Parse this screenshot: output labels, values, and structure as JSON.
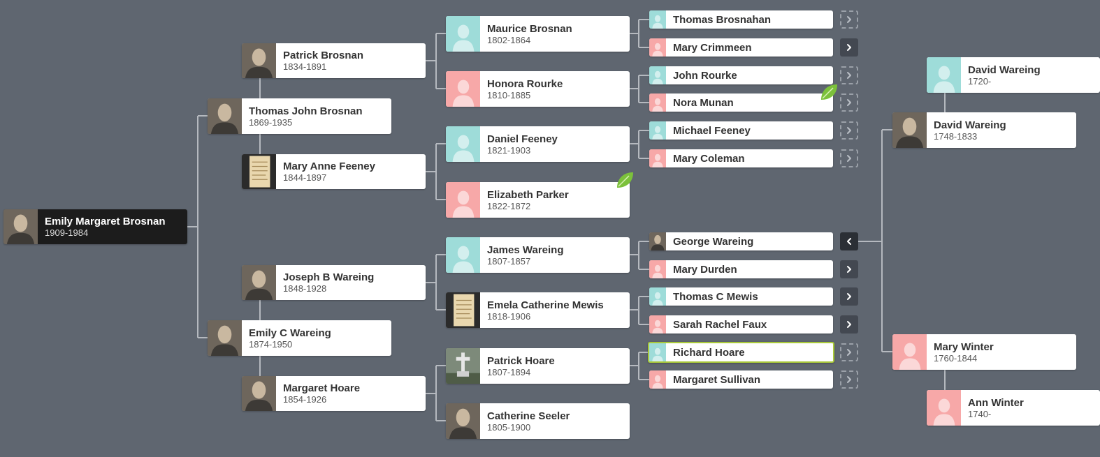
{
  "colors": {
    "background": "#5f6670",
    "male_placeholder": "#9edcd9",
    "female_placeholder": "#f7a8a8",
    "card_background": "#ffffff",
    "selected_card": "#1c1c1c",
    "highlight_border": "#a9c93a",
    "connector": "#b5b9bf",
    "leaf_hint": "#7cc13b"
  },
  "people": {
    "emily_margaret_brosnan": {
      "name": "Emily Margaret Brosnan",
      "dates": "1909-1984",
      "gender": "female",
      "photo": "photo"
    },
    "thomas_john_brosnan": {
      "name": "Thomas John Brosnan",
      "dates": "1869-1935",
      "gender": "male",
      "photo": "photo"
    },
    "emily_c_wareing": {
      "name": "Emily C Wareing",
      "dates": "1874-1950",
      "gender": "female",
      "photo": "photo"
    },
    "patrick_brosnan": {
      "name": "Patrick Brosnan",
      "dates": "1834-1891",
      "gender": "male",
      "photo": "photo"
    },
    "mary_anne_feeney": {
      "name": "Mary Anne Feeney",
      "dates": "1844-1897",
      "gender": "female",
      "photo": "document"
    },
    "joseph_b_wareing": {
      "name": "Joseph B Wareing",
      "dates": "1848-1928",
      "gender": "male",
      "photo": "photo"
    },
    "margaret_hoare": {
      "name": "Margaret Hoare",
      "dates": "1854-1926",
      "gender": "female",
      "photo": "photo"
    },
    "maurice_brosnan": {
      "name": "Maurice Brosnan",
      "dates": "1802-1864",
      "gender": "male",
      "photo": "placeholder"
    },
    "honora_rourke": {
      "name": "Honora Rourke",
      "dates": "1810-1885",
      "gender": "female",
      "photo": "placeholder"
    },
    "daniel_feeney": {
      "name": "Daniel Feeney",
      "dates": "1821-1903",
      "gender": "male",
      "photo": "placeholder"
    },
    "elizabeth_parker": {
      "name": "Elizabeth Parker",
      "dates": "1822-1872",
      "gender": "female",
      "photo": "placeholder"
    },
    "james_wareing": {
      "name": "James Wareing",
      "dates": "1807-1857",
      "gender": "male",
      "photo": "placeholder"
    },
    "emela_catherine_mewis": {
      "name": "Emela Catherine Mewis",
      "dates": "1818-1906",
      "gender": "female",
      "photo": "document"
    },
    "patrick_hoare": {
      "name": "Patrick Hoare",
      "dates": "1807-1894",
      "gender": "male",
      "photo": "gravestone"
    },
    "catherine_seeler": {
      "name": "Catherine Seeler",
      "dates": "1805-1900",
      "gender": "female",
      "photo": "photo"
    },
    "thomas_brosnahan": {
      "name": "Thomas Brosnahan",
      "gender": "male",
      "photo": "placeholder"
    },
    "mary_crimmeen": {
      "name": "Mary Crimmeen",
      "gender": "female",
      "photo": "placeholder"
    },
    "john_rourke": {
      "name": "John Rourke",
      "gender": "male",
      "photo": "placeholder"
    },
    "nora_munan": {
      "name": "Nora Munan",
      "gender": "female",
      "photo": "placeholder"
    },
    "michael_feeney": {
      "name": "Michael Feeney",
      "gender": "male",
      "photo": "placeholder"
    },
    "mary_coleman": {
      "name": "Mary Coleman",
      "gender": "female",
      "photo": "placeholder"
    },
    "george_wareing": {
      "name": "George Wareing",
      "gender": "male",
      "photo": "photo"
    },
    "mary_durden": {
      "name": "Mary Durden",
      "gender": "female",
      "photo": "placeholder"
    },
    "thomas_c_mewis": {
      "name": "Thomas C Mewis",
      "gender": "male",
      "photo": "placeholder"
    },
    "sarah_rachel_faux": {
      "name": "Sarah Rachel Faux",
      "gender": "female",
      "photo": "placeholder"
    },
    "richard_hoare": {
      "name": "Richard Hoare",
      "gender": "male",
      "photo": "placeholder"
    },
    "margaret_sullivan": {
      "name": "Margaret Sullivan",
      "gender": "female",
      "photo": "placeholder"
    },
    "david_wareing_1720": {
      "name": "David Wareing",
      "dates": "1720-",
      "gender": "male",
      "photo": "placeholder"
    },
    "david_wareing_1748": {
      "name": "David Wareing",
      "dates": "1748-1833",
      "gender": "male",
      "photo": "photo"
    },
    "mary_winter": {
      "name": "Mary Winter",
      "dates": "1760-1844",
      "gender": "female",
      "photo": "placeholder"
    },
    "ann_winter": {
      "name": "Ann Winter",
      "dates": "1740-",
      "gender": "female",
      "photo": "placeholder"
    }
  },
  "buttons": [
    {
      "icon": "chevron-right-icon",
      "style": "dashed",
      "person": "thomas_brosnahan"
    },
    {
      "icon": "chevron-right-icon",
      "style": "dark",
      "person": "mary_crimmeen"
    },
    {
      "icon": "chevron-right-icon",
      "style": "dashed",
      "person": "john_rourke"
    },
    {
      "icon": "chevron-right-icon",
      "style": "dashed",
      "person": "nora_munan"
    },
    {
      "icon": "chevron-right-icon",
      "style": "dashed",
      "person": "michael_feeney"
    },
    {
      "icon": "chevron-right-icon",
      "style": "dashed",
      "person": "mary_coleman"
    },
    {
      "icon": "chevron-left-icon",
      "style": "dark-active",
      "person": "george_wareing"
    },
    {
      "icon": "chevron-right-icon",
      "style": "dark",
      "person": "mary_durden"
    },
    {
      "icon": "chevron-right-icon",
      "style": "dark",
      "person": "thomas_c_mewis"
    },
    {
      "icon": "chevron-right-icon",
      "style": "dark",
      "person": "sarah_rachel_faux"
    },
    {
      "icon": "chevron-right-icon",
      "style": "dashed",
      "person": "richard_hoare"
    },
    {
      "icon": "chevron-right-icon",
      "style": "dashed",
      "person": "margaret_sullivan"
    }
  ],
  "hints": [
    {
      "icon": "leaf-hint-icon",
      "person": "nora_munan"
    },
    {
      "icon": "leaf-hint-icon",
      "person": "elizabeth_parker"
    }
  ],
  "selected_person": "emily_margaret_brosnan",
  "highlighted_person": "richard_hoare"
}
